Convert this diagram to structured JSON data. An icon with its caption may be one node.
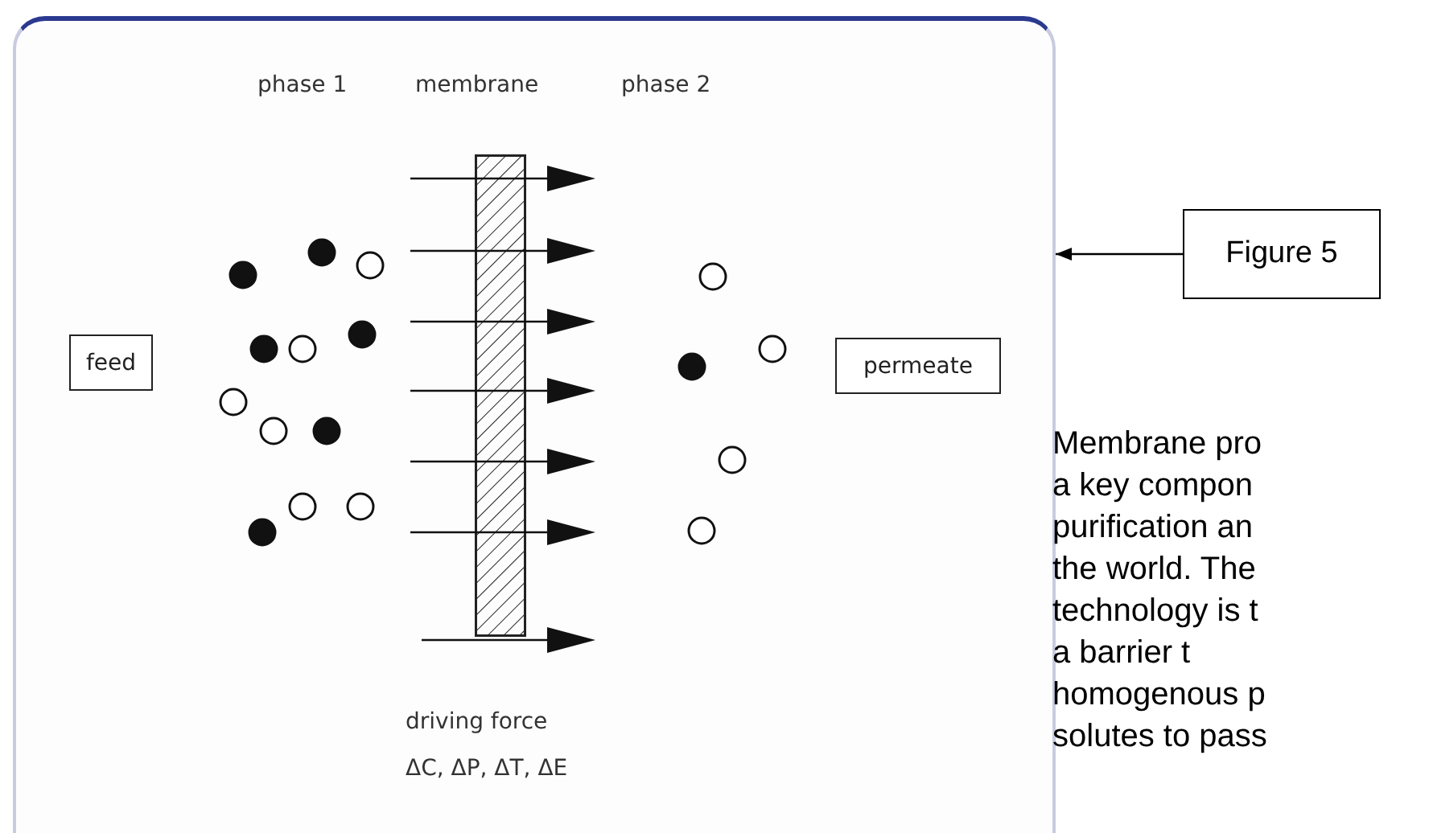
{
  "diagram": {
    "nodes": [
      {
        "text": [],
        "shape": "box"
      },
      {
        "text": [
          "feed"
        ],
        "in": 0
      },
      {
        "text": [],
        "shape": "bar",
        "in": 0
      },
      {
        "text": [
          "permeate"
        ],
        "in": 0
      },
      {
        "text": [
          "Figure 5"
        ]
      }
    ],
    "edges": [
      {
        "from": 4,
        "to": 0,
        "arrow": "to"
      }
    ],
    "labels": [
      "phase 1",
      "membrane",
      "phase 2",
      "driving force",
      "ΔC, ΔP, ΔT, ΔE",
      "Membrane pro",
      "a key compon",
      "purification an",
      "the world. The",
      "technology is t",
      "a barrier t",
      "homogenous p",
      "solutes to pass"
    ]
  }
}
